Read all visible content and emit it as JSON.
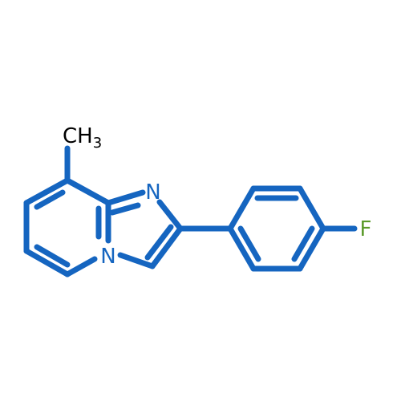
{
  "molecule": {
    "atoms": {
      "methyl": {
        "main": "CH",
        "sub": "3"
      },
      "n_imine": "N",
      "n_bridge": "N",
      "fluorine": "F"
    },
    "colors": {
      "bond": "#1565c0",
      "nitrogen": "#1565c0",
      "carbon_label": "#000000",
      "fluorine": "#5a9a2a"
    }
  }
}
